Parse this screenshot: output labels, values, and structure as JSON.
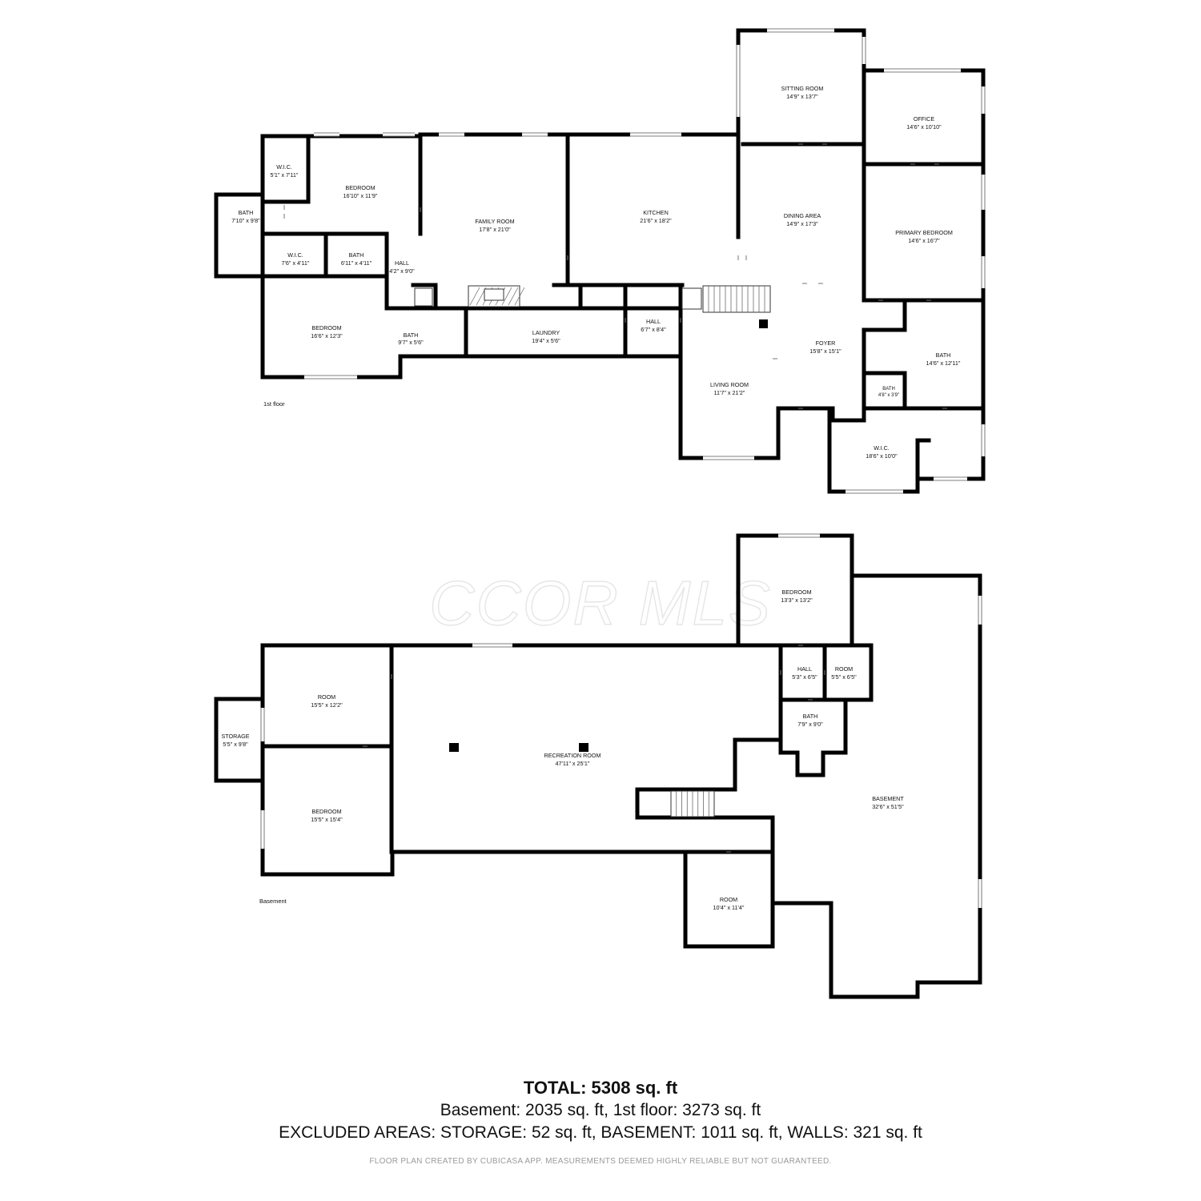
{
  "watermark": "CCOR MLS",
  "floors": {
    "first": {
      "label": "1st floor",
      "rooms": [
        {
          "name": "W.I.C.",
          "dims": "5'1\" x 7'11\""
        },
        {
          "name": "BEDROOM",
          "dims": "16'10\" x 11'9\""
        },
        {
          "name": "BATH",
          "dims": "7'10\" x 9'8\""
        },
        {
          "name": "W.I.C.",
          "dims": "7'6\" x 4'11\""
        },
        {
          "name": "BATH",
          "dims": "6'11\" x 4'11\""
        },
        {
          "name": "HALL",
          "dims": "4'2\" x 9'0\""
        },
        {
          "name": "FAMILY ROOM",
          "dims": "17'8\" x 21'0\""
        },
        {
          "name": "KITCHEN",
          "dims": "21'6\" x 18'2\""
        },
        {
          "name": "SITTING ROOM",
          "dims": "14'9\" x 13'7\""
        },
        {
          "name": "OFFICE",
          "dims": "14'6\" x 10'10\""
        },
        {
          "name": "DINING AREA",
          "dims": "14'9\" x 17'3\""
        },
        {
          "name": "PRIMARY BEDROOM",
          "dims": "14'6\" x 16'7\""
        },
        {
          "name": "BEDROOM",
          "dims": "16'6\" x 12'3\""
        },
        {
          "name": "BATH",
          "dims": "9'7\" x 5'6\""
        },
        {
          "name": "LAUNDRY",
          "dims": "19'4\" x 5'6\""
        },
        {
          "name": "HALL",
          "dims": "6'7\" x 8'4\""
        },
        {
          "name": "FOYER",
          "dims": "15'8\" x 15'1\""
        },
        {
          "name": "BATH",
          "dims": "14'6\" x 12'11\""
        },
        {
          "name": "LIVING ROOM",
          "dims": "11'7\" x 21'2\""
        },
        {
          "name": "BATH",
          "dims": "4'8\" x 3'9\""
        },
        {
          "name": "W.I.C.",
          "dims": "18'6\" x 10'0\""
        }
      ]
    },
    "basement": {
      "label": "Basement",
      "rooms": [
        {
          "name": "BEDROOM",
          "dims": "13'3\" x 13'2\""
        },
        {
          "name": "HALL",
          "dims": "5'3\" x 6'5\""
        },
        {
          "name": "ROOM",
          "dims": "5'5\" x 6'5\""
        },
        {
          "name": "BATH",
          "dims": "7'9\" x 9'0\""
        },
        {
          "name": "ROOM",
          "dims": "15'5\" x 12'2\""
        },
        {
          "name": "STORAGE",
          "dims": "5'5\" x 9'8\""
        },
        {
          "name": "RECREATION ROOM",
          "dims": "47'11\" x 25'1\""
        },
        {
          "name": "BEDROOM",
          "dims": "15'5\" x 15'4\""
        },
        {
          "name": "BASEMENT",
          "dims": "32'6\" x 51'5\""
        },
        {
          "name": "ROOM",
          "dims": "10'4\" x 11'4\""
        }
      ]
    }
  },
  "summary": {
    "total": "TOTAL: 5308 sq. ft",
    "breakdown": "Basement: 2035 sq. ft, 1st floor: 3273 sq. ft",
    "excluded": "EXCLUDED AREAS: STORAGE: 52 sq. ft, BASEMENT: 1011 sq. ft, WALLS: 321 sq. ft",
    "credit": "FLOOR PLAN CREATED BY CUBICASA APP. MEASUREMENTS DEEMED HIGHLY RELIABLE BUT NOT GUARANTEED."
  }
}
